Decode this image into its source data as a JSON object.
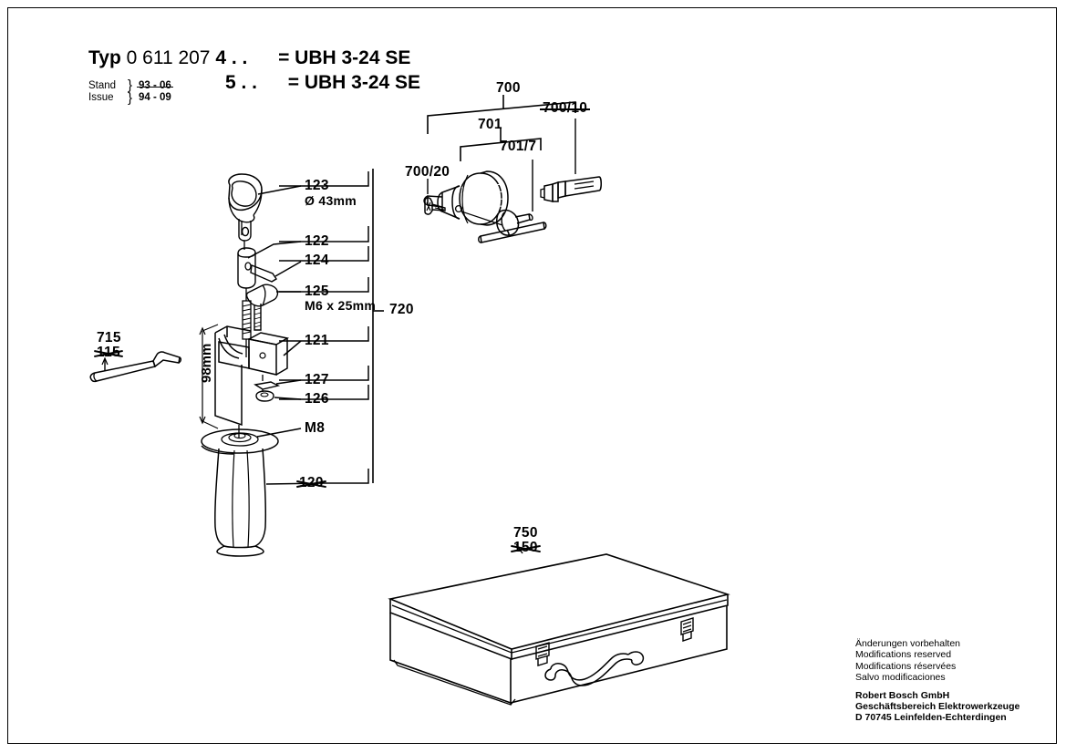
{
  "sheet": {
    "header": {
      "typ_label": "Typ",
      "type_number": "0 611 207",
      "variant_1": "4 . .",
      "variant_2": "5 . .",
      "equals": "=",
      "model_1": "UBH 3-24 SE",
      "model_2": "UBH 3-24 SE",
      "stand_label": "Stand",
      "issue_label": "Issue",
      "brace": "}",
      "date_old": "93 - 06",
      "date_new": "94 - 09"
    },
    "handle_assembly": {
      "group_label": "720",
      "labels": [
        {
          "number": "123",
          "spec": "Ø 43mm"
        },
        {
          "number": "122"
        },
        {
          "number": "124"
        },
        {
          "number": "125",
          "spec": "M6 x 25mm"
        },
        {
          "number": "121"
        },
        {
          "number": "127"
        },
        {
          "number": "126"
        },
        {
          "number": "M8"
        },
        {
          "number": "120",
          "struck": true
        }
      ],
      "dimension": "98mm"
    },
    "rod": {
      "number_new": "715",
      "number_old": "115"
    },
    "chuck_assembly": {
      "labels": [
        {
          "number": "700"
        },
        {
          "number": "700/10",
          "struck": true
        },
        {
          "number": "701"
        },
        {
          "number": "701/7"
        },
        {
          "number": "700/20"
        }
      ]
    },
    "carry_case": {
      "number_new": "750",
      "number_old": "150"
    },
    "footer": {
      "lines": [
        "Änderungen vorbehalten",
        "Modifications reserved",
        "Modifications réservées",
        "Salvo modificaciones"
      ],
      "company_lines": [
        "Robert Bosch GmbH",
        "Geschäftsbereich Elektrowerkzeuge",
        "D 70745 Leinfelden-Echterdingen"
      ]
    }
  }
}
